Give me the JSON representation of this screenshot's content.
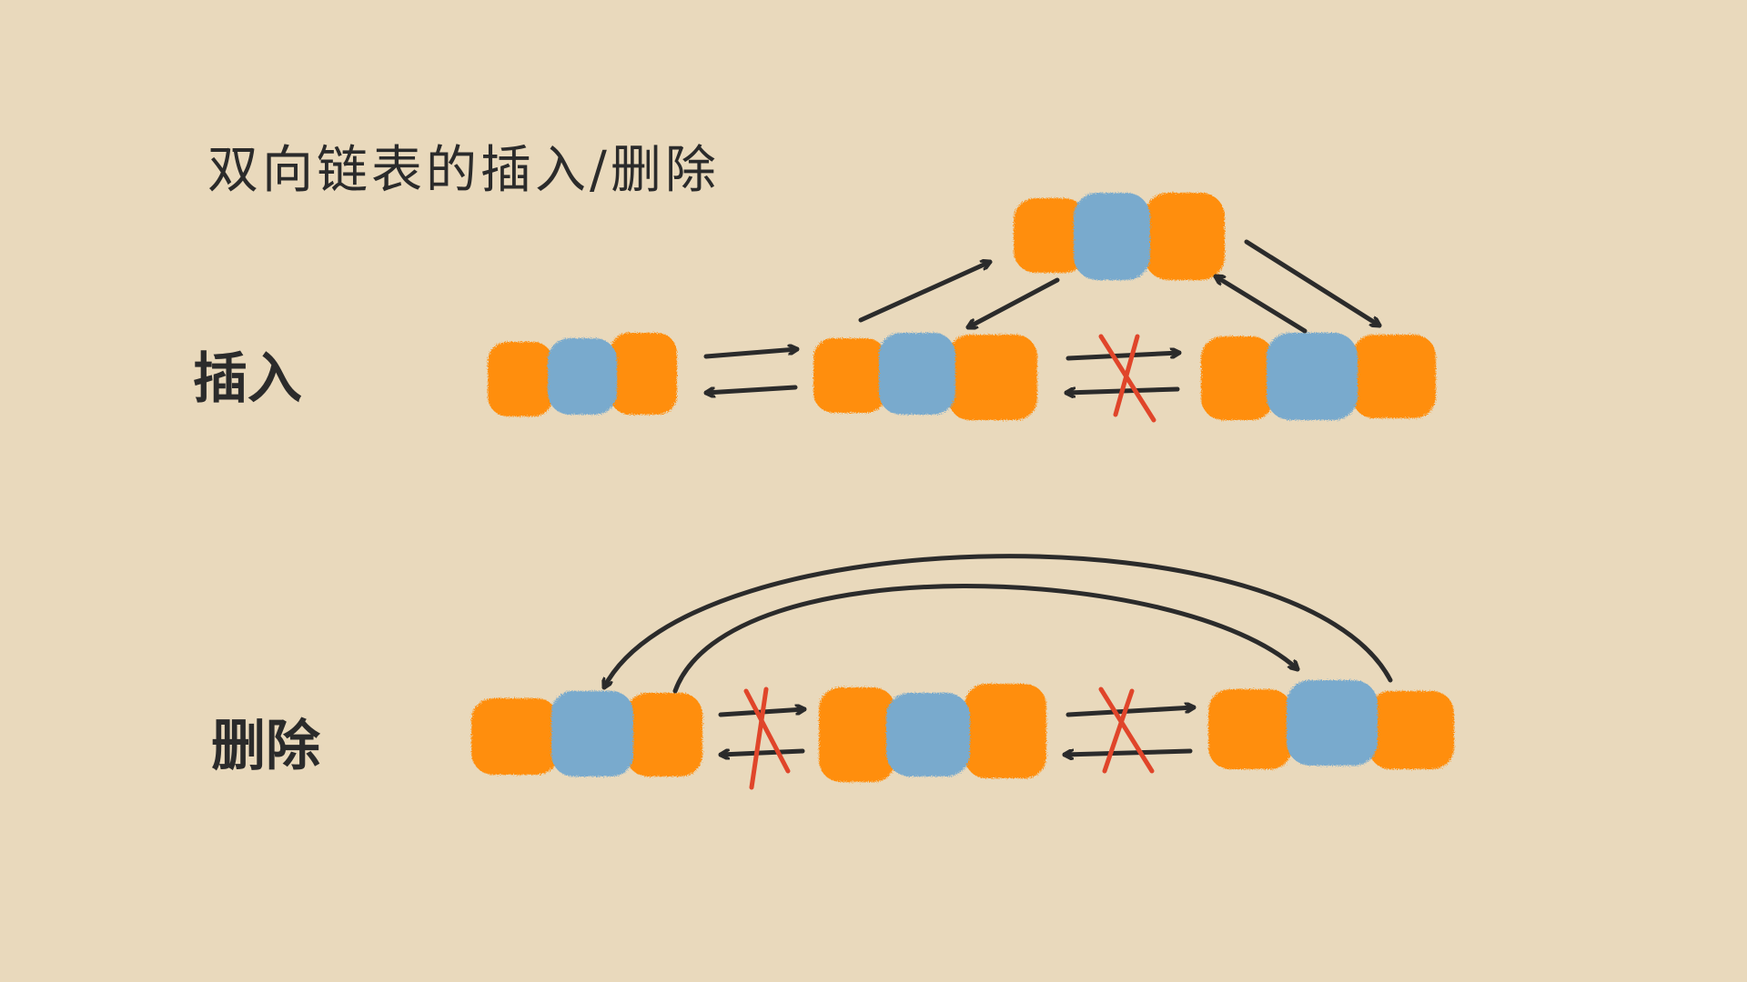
{
  "title": "双向链表的插入/删除",
  "sections": {
    "insert_label": "插入",
    "delete_label": "删除"
  },
  "colors": {
    "background": "#E9D9BC",
    "pointer_cell": "#FF8E0A",
    "data_cell": "#79AACD",
    "arrow": "#2b2b2b",
    "cross": "#E0452A"
  }
}
